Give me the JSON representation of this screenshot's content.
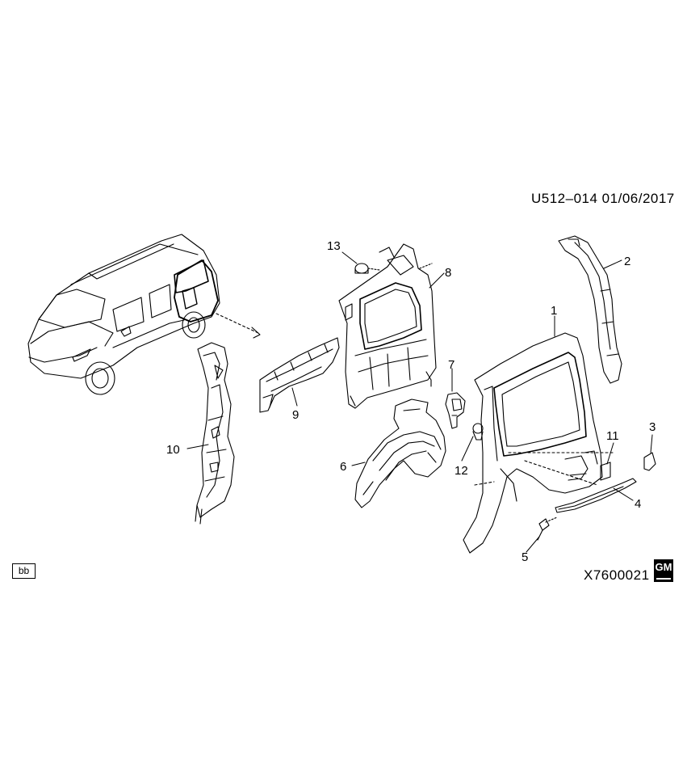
{
  "header": {
    "document_id": "U512–014  01/06/2017"
  },
  "callouts": [
    {
      "id": "callout-1",
      "label": "1"
    },
    {
      "id": "callout-2",
      "label": "2"
    },
    {
      "id": "callout-3",
      "label": "3"
    },
    {
      "id": "callout-4",
      "label": "4"
    },
    {
      "id": "callout-5",
      "label": "5"
    },
    {
      "id": "callout-6",
      "label": "6"
    },
    {
      "id": "callout-7",
      "label": "7"
    },
    {
      "id": "callout-8",
      "label": "8"
    },
    {
      "id": "callout-9",
      "label": "9"
    },
    {
      "id": "callout-10",
      "label": "10"
    },
    {
      "id": "callout-11",
      "label": "11"
    },
    {
      "id": "callout-12",
      "label": "12"
    },
    {
      "id": "callout-13",
      "label": "13"
    }
  ],
  "footer": {
    "variant_badge": "bb",
    "illustration_number": "X7600021",
    "brand_logo": "GM",
    "brand_logo_icon": "gm-logo-icon"
  },
  "colors": {
    "line": "#000000",
    "background": "#ffffff"
  }
}
